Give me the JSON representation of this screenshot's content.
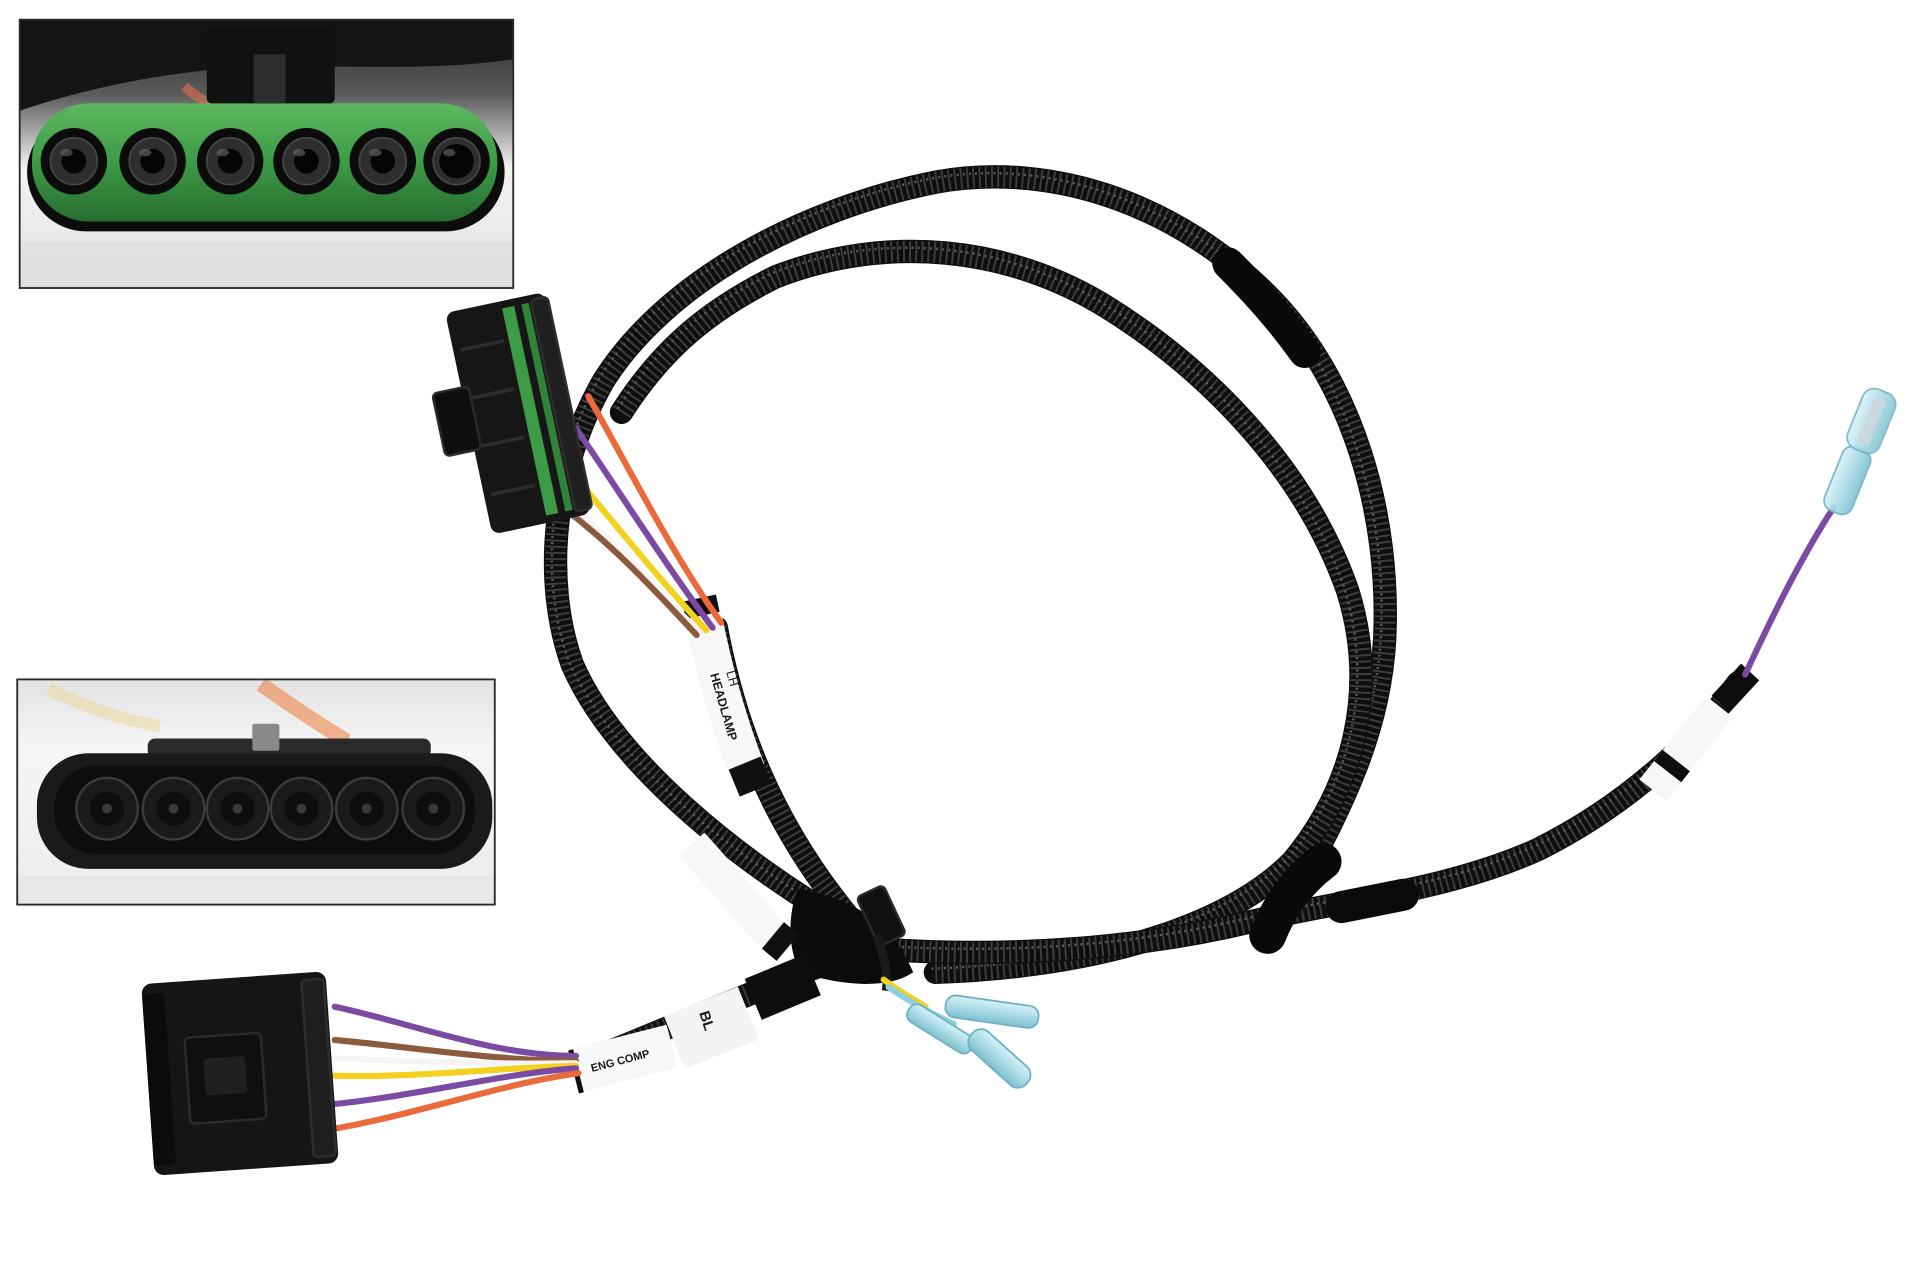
{
  "tags": {
    "lh": "LH",
    "headlamp": "HEADLAMP",
    "eng_comp": "ENG COMP",
    "bl": "BL"
  },
  "colors": {
    "background": "#ffffff",
    "tube": "#0e0e0e",
    "connector_housing": "#161616",
    "connector_seal_green": "#3d9b46",
    "terminal_blue": "#a9dbe6",
    "wire_purple": "#7b4aa3",
    "wire_orange": "#ea6a3a",
    "wire_yellow": "#f2d21f",
    "wire_brown": "#8c5a3c",
    "wire_white": "#f4f4f4",
    "tag_white": "#f7f7f7"
  }
}
